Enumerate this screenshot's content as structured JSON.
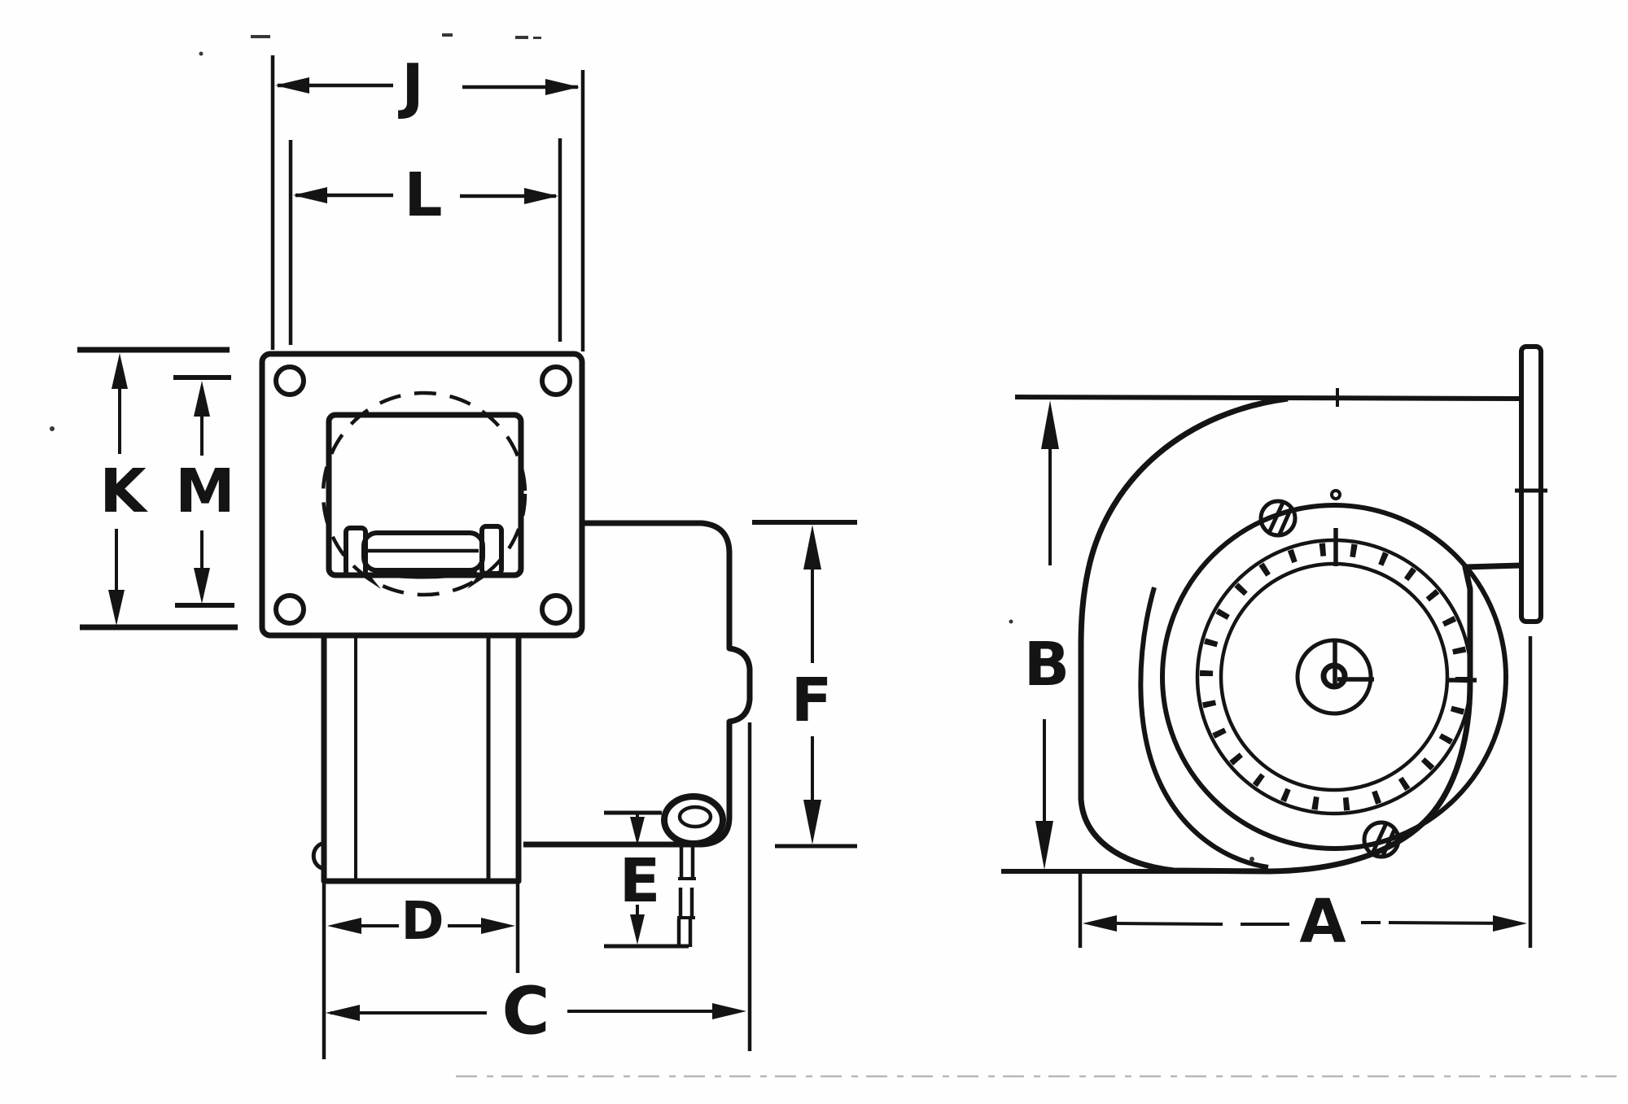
{
  "drawing": {
    "ink_color": "#141414",
    "paper_color": "#fefefe",
    "labels": {
      "A": "A",
      "B": "B",
      "C": "C",
      "D": "D",
      "E": "E",
      "F": "F",
      "J": "J",
      "K": "K",
      "L": "L",
      "M": "M"
    }
  }
}
